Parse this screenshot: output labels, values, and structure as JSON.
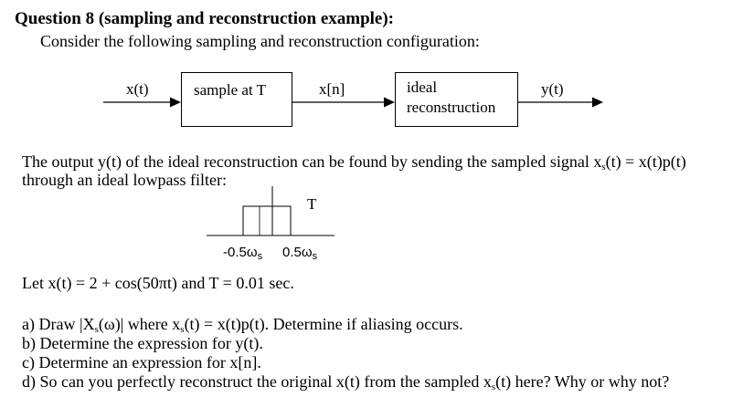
{
  "question": {
    "title": "Question 8 (sampling and reconstruction example):",
    "intro": "Consider the following sampling and reconstruction configuration:"
  },
  "diagram": {
    "input_label": "x(t)",
    "block1_label": "sample at T",
    "mid_label": "x[n]",
    "block2_line1": "ideal",
    "block2_line2": "reconstruction",
    "output_label": "y(t)"
  },
  "paragraph": {
    "line1_pre": "The output y(t) of the ideal reconstruction can be found by sending the sampled signal x",
    "line1_sub": "s",
    "line1_post": "(t) = x(t)p(t)",
    "line2": "through an ideal lowpass filter:"
  },
  "filter": {
    "gain_label": "T",
    "left_freq": "-0.5ω",
    "left_freq_sub": "s",
    "right_freq": "0.5ω",
    "right_freq_sub": "s"
  },
  "given": "Let x(t) =  2 + cos(50πt) and T = 0.01 sec.",
  "parts": {
    "a": {
      "p1": "a) Draw |X",
      "s1": "s",
      "p2": "(ω)| where x",
      "s2": "s",
      "p3": "(t) = x(t)p(t).  Determine if aliasing occurs."
    },
    "b": "b) Determine the expression for y(t).",
    "c": "c) Determine an expression for x[n].",
    "d": {
      "p1": "d) So can you perfectly reconstruct the original x(t) from the sampled x",
      "s1": "s",
      "p2": "(t) here? Why or why not?"
    }
  }
}
